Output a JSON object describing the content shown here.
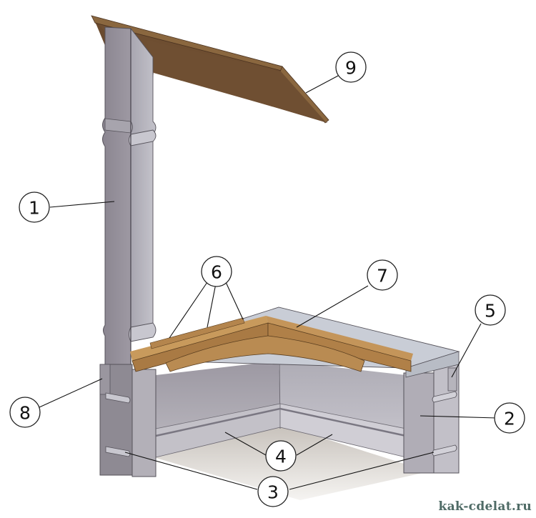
{
  "diagram": {
    "subject": "Canopy with roof board over a corner bench/well frame",
    "colors": {
      "background": "#ffffff",
      "roof_board_top": "#7a5a3a",
      "roof_board_face": "#6e4e30",
      "column_gray": "#8f8a90",
      "column_light": "#a9a6ae",
      "panel_gray": "#b8b6bd",
      "lintel_top": "#c8ccd4",
      "timber": "#b88a52",
      "timber_dark": "#9a7040",
      "floor": "#c9c3bb"
    },
    "callouts": [
      {
        "id": "1",
        "label": "1"
      },
      {
        "id": "2",
        "label": "2"
      },
      {
        "id": "3",
        "label": "3"
      },
      {
        "id": "4",
        "label": "4"
      },
      {
        "id": "5",
        "label": "5"
      },
      {
        "id": "6",
        "label": "6"
      },
      {
        "id": "7",
        "label": "7"
      },
      {
        "id": "8",
        "label": "8"
      },
      {
        "id": "9",
        "label": "9"
      }
    ]
  },
  "watermark": "kak-cdelat.ru"
}
